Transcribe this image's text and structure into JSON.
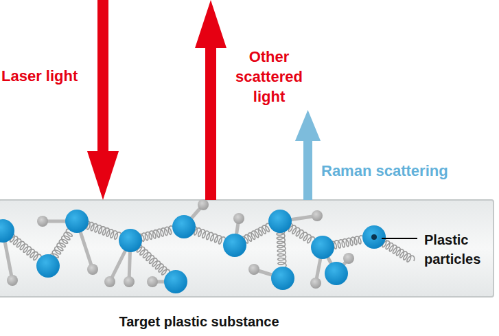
{
  "diagram": {
    "nodes": [
      {
        "text": [
          "Target plastic substance"
        ]
      }
    ],
    "labels": [
      "Laser light",
      "Other scattered light",
      "Raman scattering",
      "Plastic particles"
    ]
  }
}
